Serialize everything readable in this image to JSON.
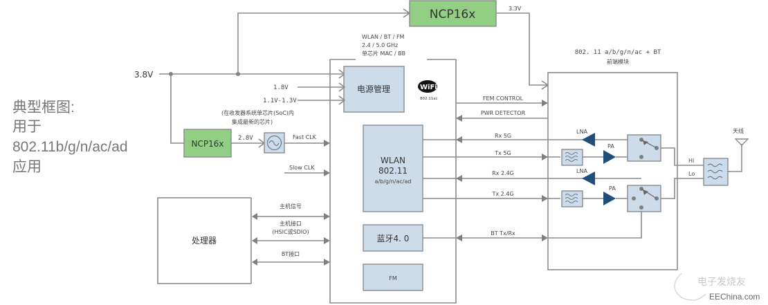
{
  "title": {
    "line1": "典型框图:",
    "line2": "用于",
    "line3": "802.11b/g/n/ac/ad",
    "line4": "应用"
  },
  "power": {
    "input_voltage": "3.8V",
    "ncp_top_label": "NCP16x",
    "ncp_top_output": "3.3V",
    "ncp_left_label": "NCP16x",
    "ncp_left_output": "2.8V",
    "rail_1": "1.8V",
    "rail_2": "1.1V-1.3V",
    "note_line1": "(在收发器系统单芯片(SoC)内",
    "note_line2": "集成最新的芯片)"
  },
  "clocks": {
    "fast": "Fast CLK",
    "slow": "Slow CLK"
  },
  "soc": {
    "header_line1": "WLAN / BT / FM",
    "header_line2": "2.4 / 5.0 GHz",
    "header_line3": "单芯片 MAC / BB",
    "pmu": "电源管理",
    "wifi_logo": "WiFi",
    "wifi_sub": "802.11ac",
    "wlan_line1": "WLAN",
    "wlan_line2": "802.11",
    "wlan_line3": "a/b/g/n/ac/ad",
    "bt": "蓝牙4. 0",
    "fm": "FM"
  },
  "processor": {
    "label": "处理器",
    "host_signal": "主机信号",
    "host_if_line1": "主机接口",
    "host_if_line2": "(HSIC或SDIO)",
    "bt_if": "BT接口"
  },
  "links": {
    "fem_control": "FEM CONTROL",
    "pwr_detector": "PWR DETECTOR",
    "rx5": "Rx 5G",
    "tx5": "Tx 5G",
    "rx24": "Rx 2.4G",
    "tx24": "Tx 2.4G",
    "bt_txrx": "BT Tx/Rx"
  },
  "fem": {
    "header_line1": "802. 11  a/b/g/n/ac + BT",
    "header_line2": "前端模块",
    "lna": "LNA",
    "pa": "PA",
    "hi": "Hi",
    "lo": "Lo",
    "antenna": "天线"
  },
  "watermark": {
    "cn": "电子发烧友",
    "site": "EEChina.com"
  }
}
